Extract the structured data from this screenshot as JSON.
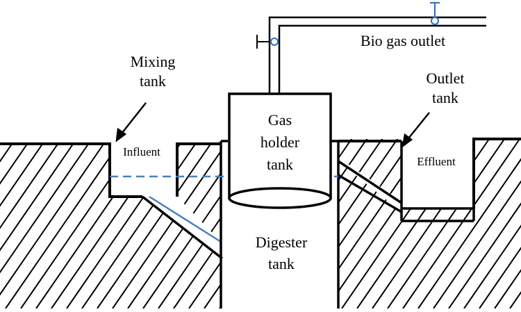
{
  "diagram": {
    "labels": {
      "mixing_tank": [
        "Mixing",
        "tank"
      ],
      "outlet_tank": [
        "Outlet",
        "tank"
      ],
      "bio_gas_outlet": "Bio gas outlet",
      "influent": "Influent",
      "effluent": "Effluent",
      "gas_holder_tank": [
        "Gas",
        "holder",
        "tank"
      ],
      "digester_tank": [
        "Digester",
        "tank"
      ]
    },
    "colors": {
      "outline": "#000000",
      "slurry_level_line": "#4a7fc1",
      "inlet_pipe_edge": "#4a7fc1",
      "valve": "#2e6db4"
    }
  }
}
